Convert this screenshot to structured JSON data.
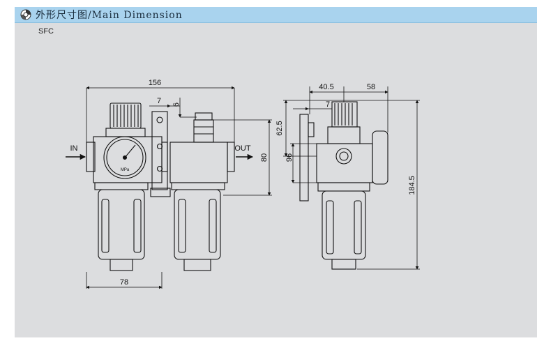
{
  "header": {
    "title": "外形尺寸图/Main Dimension",
    "icon": "bullet-circle-icon"
  },
  "model": "SFC",
  "dimensions": {
    "total_width": "156",
    "lower_width": "78",
    "gap_7": "7",
    "gap_6": "6",
    "height_80": "80",
    "side_40_5": "40.5",
    "side_58": "58",
    "side_7": "7",
    "side_62_5": "62.5",
    "side_96": "96",
    "side_184_5": "184.5"
  },
  "labels": {
    "inlet": "IN",
    "outlet": "OUT",
    "gauge_unit": "MPa"
  },
  "colors": {
    "panel": "#dcdddf",
    "header": "#a9d3ee",
    "line": "#111111"
  }
}
